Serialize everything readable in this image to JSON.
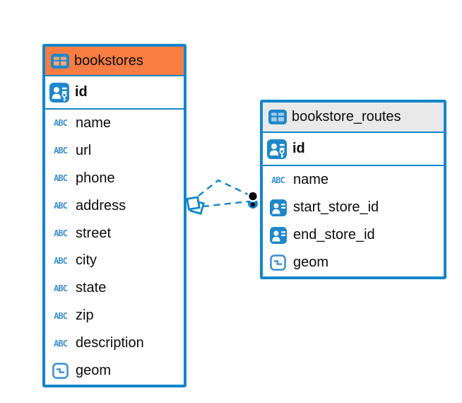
{
  "palette": {
    "accent": "#1386CA",
    "icon_fill": "#1E88CB",
    "icon_light": "#3F92CF",
    "text_color": "#0b0b0b",
    "canvas_bg": "#FFFFFF"
  },
  "icons": {
    "text_type_glyph": "ABC"
  },
  "tables": [
    {
      "title": "bookstores",
      "header_bg": "#F87D42",
      "header_icon_cell": "#F9A67A",
      "primary_key": {
        "name": "id",
        "type": "pk"
      },
      "columns": [
        {
          "name": "name",
          "type": "text"
        },
        {
          "name": "url",
          "type": "text"
        },
        {
          "name": "phone",
          "type": "text"
        },
        {
          "name": "address",
          "type": "text"
        },
        {
          "name": "street",
          "type": "text"
        },
        {
          "name": "city",
          "type": "text"
        },
        {
          "name": "state",
          "type": "text"
        },
        {
          "name": "zip",
          "type": "text"
        },
        {
          "name": "description",
          "type": "text"
        },
        {
          "name": "geom",
          "type": "geometry"
        }
      ]
    },
    {
      "title": "bookstore_routes",
      "header_bg": "#E9E9E9",
      "header_icon_cell": "#A6C9E6",
      "primary_key": {
        "name": "id",
        "type": "pk"
      },
      "columns": [
        {
          "name": "name",
          "type": "text"
        },
        {
          "name": "start_store_id",
          "type": "reference"
        },
        {
          "name": "end_store_id",
          "type": "reference"
        },
        {
          "name": "geom",
          "type": "geometry"
        }
      ]
    }
  ],
  "relationship": {
    "from_table": "bookstores",
    "to_table": "bookstore_routes",
    "line_style": "dashed"
  }
}
